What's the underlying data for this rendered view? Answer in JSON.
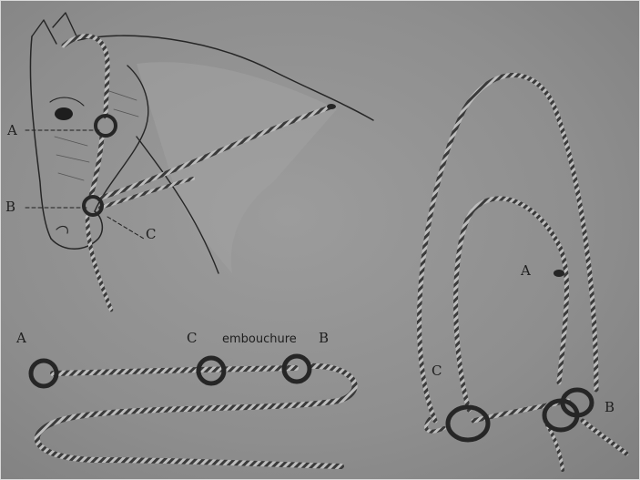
{
  "figure_labels": {
    "head_a": "A",
    "head_b": "B",
    "head_c": "C",
    "bit_a": "A",
    "bit_c": "C",
    "bit_word": "embouchure",
    "bit_b": "B",
    "bridle_a": "A",
    "bridle_c": "C",
    "bridle_b": "B"
  }
}
